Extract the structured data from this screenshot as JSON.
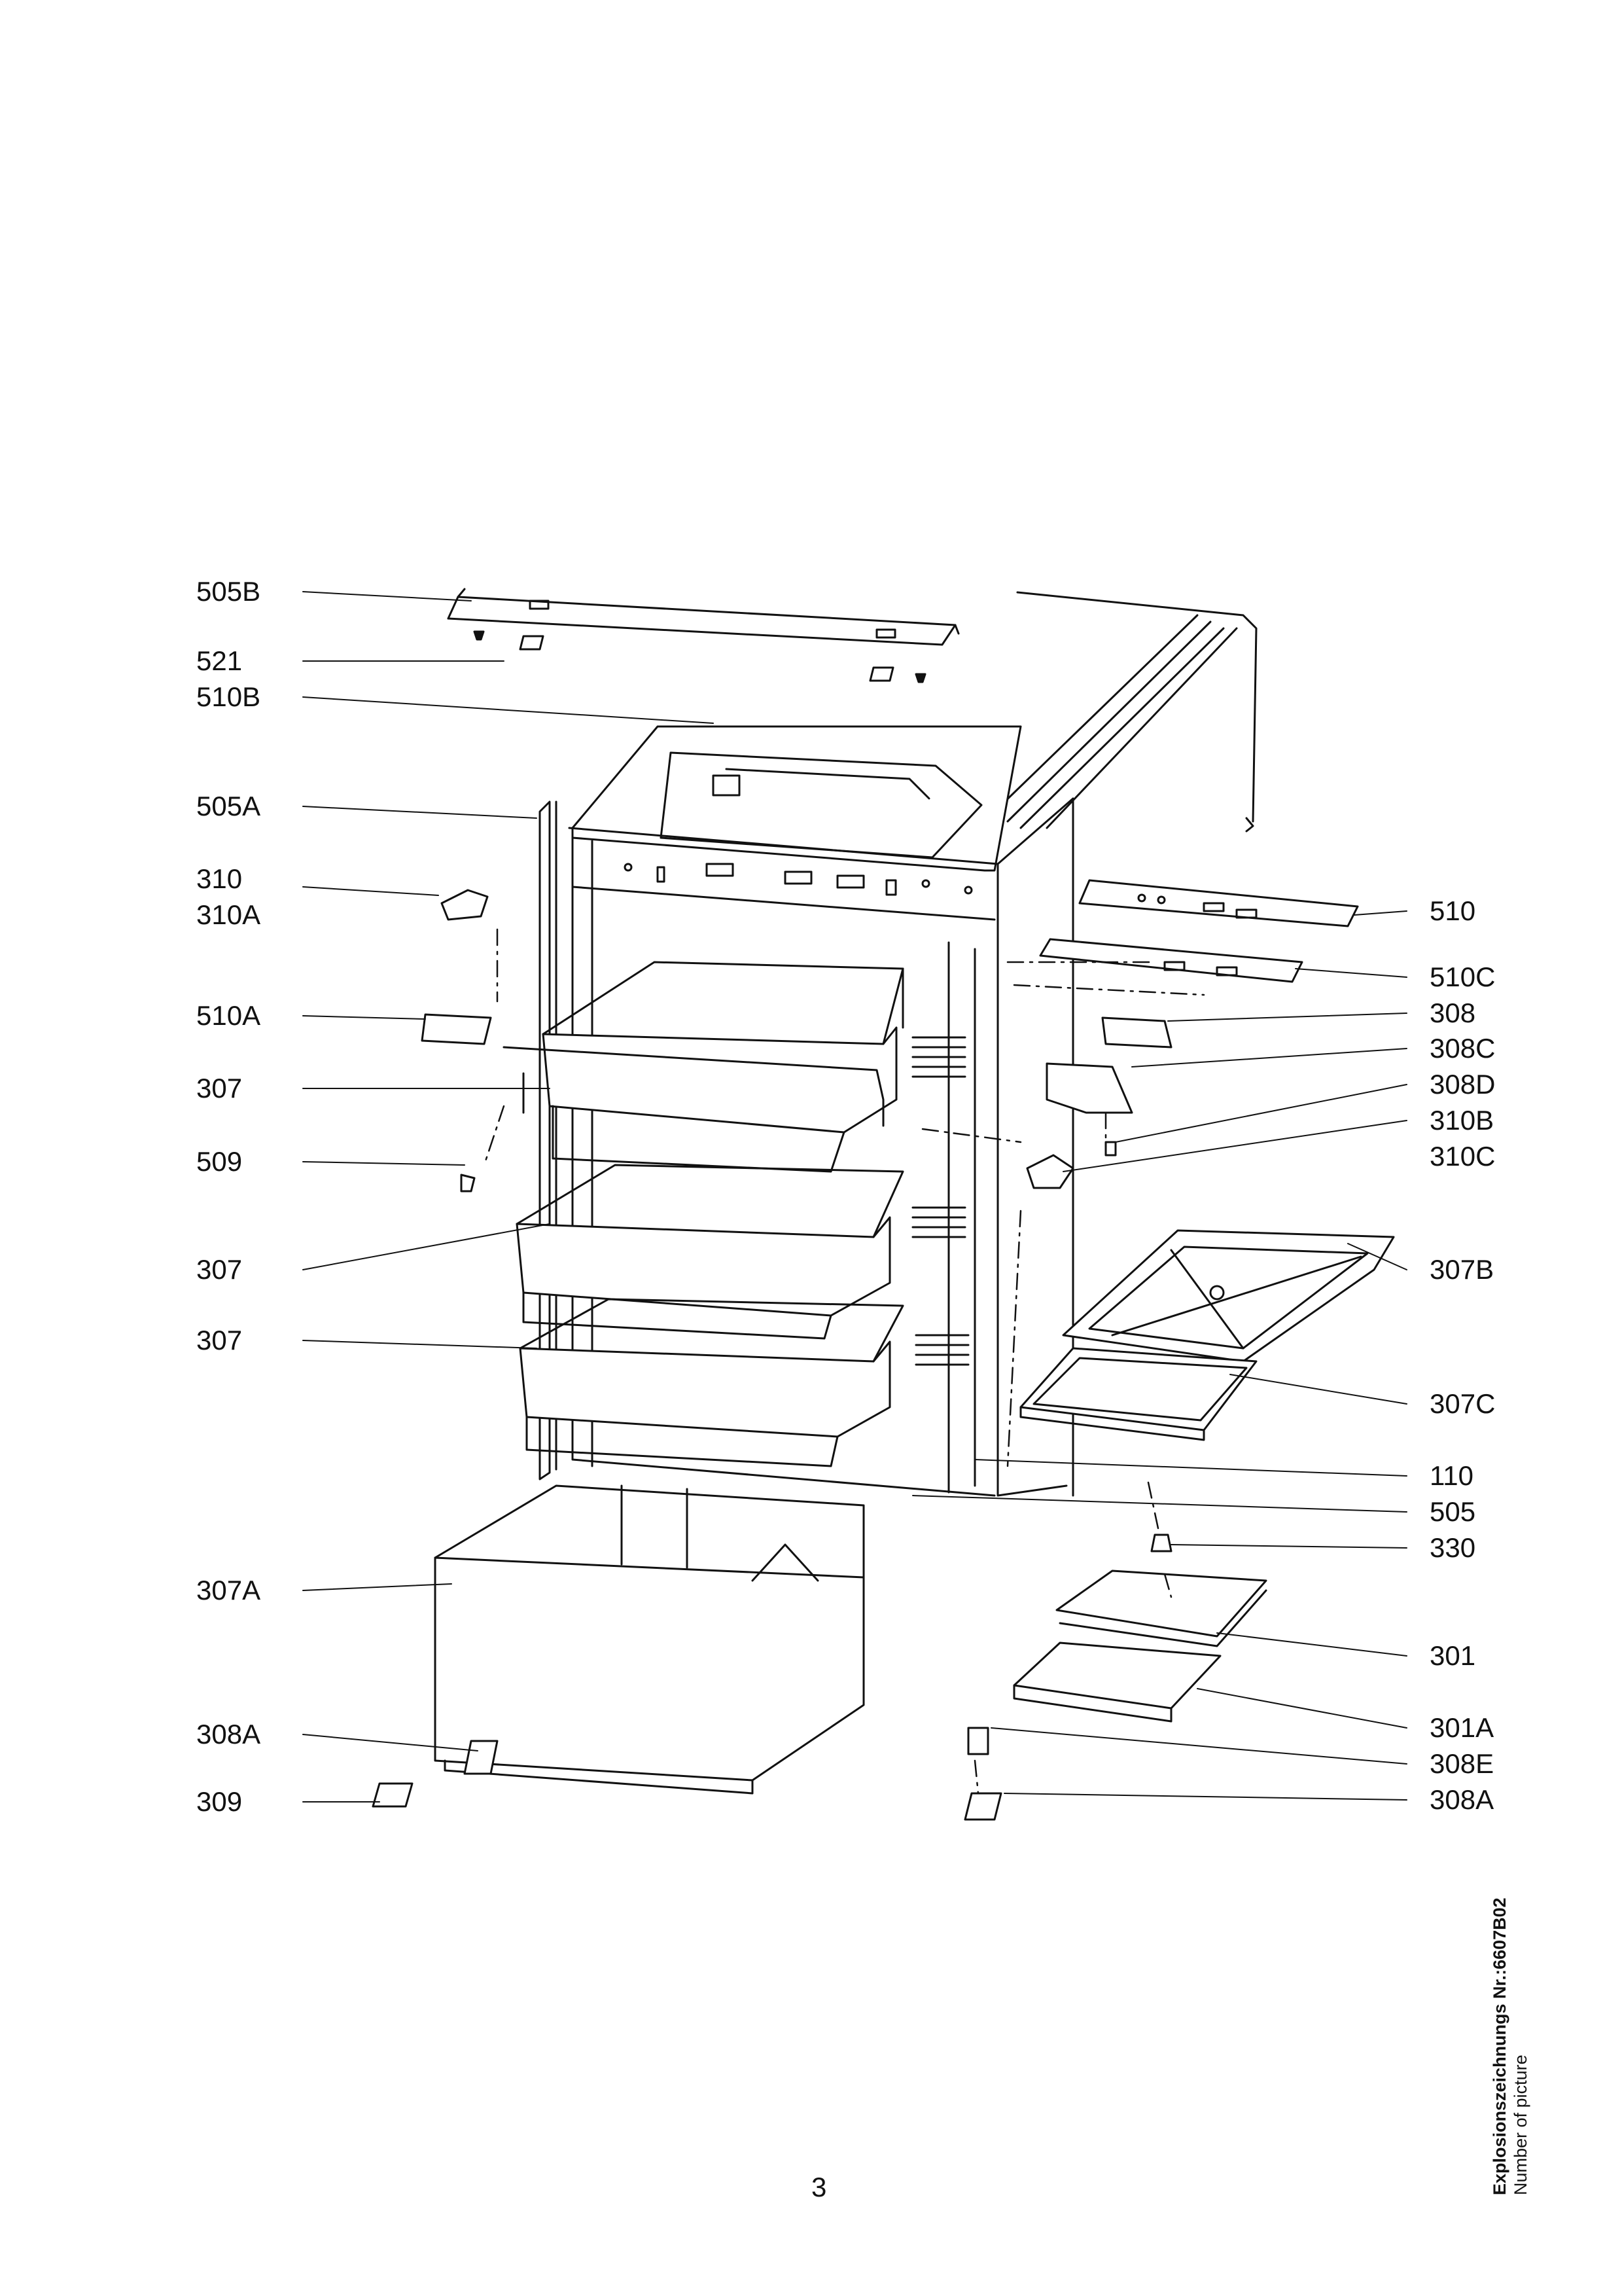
{
  "labels_left": [
    "505B",
    "521",
    "510B",
    "505A",
    "310",
    "310A",
    "510A",
    "307",
    "509",
    "307",
    "307",
    "307A",
    "308A",
    "309"
  ],
  "labels_right": [
    "510",
    "510C",
    "308",
    "308C",
    "308D",
    "310B",
    "310C",
    "307B",
    "307C",
    "110",
    "505",
    "330",
    "301",
    "301A",
    "308E",
    "308A"
  ],
  "caption": {
    "line1": "Explosionszeichnungs Nr.:6607B02",
    "line2": "Number of picture"
  },
  "page_number": "3"
}
